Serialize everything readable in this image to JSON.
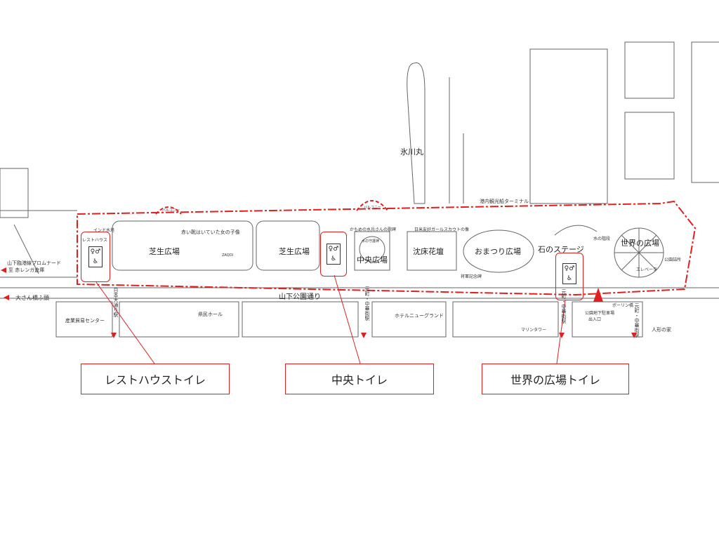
{
  "map": {
    "ship": "氷川丸",
    "terminal": "港内観光船ターミナル",
    "balcony": "バルコニー",
    "india_tower": "インド水塔",
    "resthouse": "レストハウス",
    "girl_statue": "赤い靴はいていた女の子像",
    "lawn": "芝生広場",
    "zaqdi": "ZAQDI",
    "promenade": "山下臨港線プロムナード",
    "to_redbrick": "至 赤レンガ倉庫",
    "osanbashi": "大さん橋ふ頭",
    "street": "山下公園通り",
    "trade_center": "産業貿易センター",
    "kenmin_hall": "県民ホール",
    "hotel": "ホテルニューグランド",
    "marine_tower": "マリンタワー",
    "doll_house": "人形の家",
    "parking": "公園地下駐車場",
    "parking_exit": "出入口",
    "sailor_song": "かもめの水兵さんの歌碑",
    "water_guardian": "水の守護神",
    "girlscout": "日米友好ガールスカウトの像",
    "central_plaza": "中央広場",
    "sunken_garden": "沈床花壇",
    "festival_plaza": "おまつり広場",
    "stone_stage": "石のステージ",
    "water_stairs": "水の階段",
    "world_plaza": "世界の広場",
    "elevator": "エレベータ",
    "park_office": "公園詰所",
    "memorial": "将軍記念碑",
    "pauline_bridge": "ポーリン橋",
    "st_nihon_odori": "日本大通り駅",
    "st_motomachi1": "元町・中華街駅",
    "st_motomachi2": "元町・中華街駅",
    "st_motomachi3": "元町・中華街駅"
  },
  "callouts": [
    {
      "label": "レストハウストイレ"
    },
    {
      "label": "中央トイレ"
    },
    {
      "label": "世界の広場トイレ"
    }
  ],
  "icons": {
    "toilet": "♀♂",
    "accessible": "♿"
  },
  "colors": {
    "accent": "#e02020",
    "line": "#555555"
  }
}
